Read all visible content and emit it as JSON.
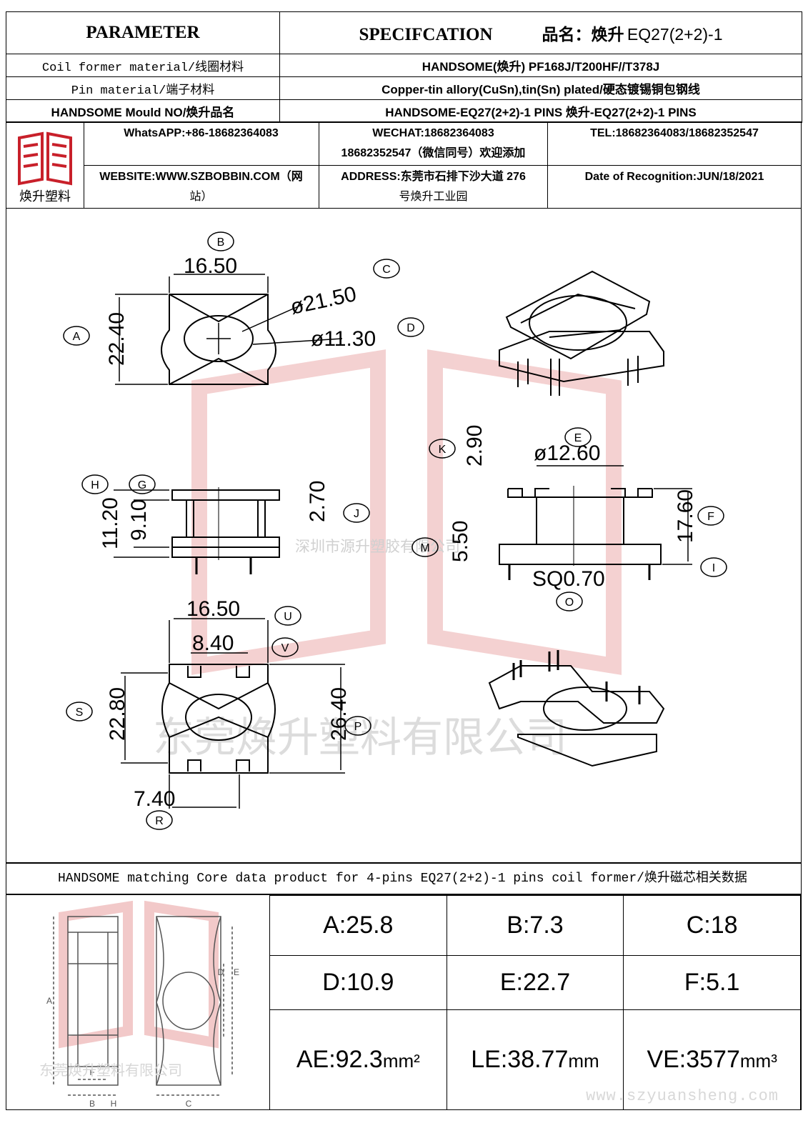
{
  "header": {
    "parameter": "PARAMETER",
    "specification": "SPECIFCATION",
    "product_label": "品名：焕升",
    "product_model": "EQ27(2+2)-1"
  },
  "rows": [
    {
      "label": "Coil former material/线圈材料",
      "value": "HANDSOME(焕升)   PF168J/T200HF//T378J"
    },
    {
      "label": "Pin material/端子材料",
      "value": "Copper-tin allory(CuSn),tin(Sn) plated/硬态镀锡铜包钢线"
    },
    {
      "label": "HANDSOME Mould NO/焕升品名",
      "value": "HANDSOME-EQ27(2+2)-1 PINS    焕升-EQ27(2+2)-1 PINS"
    }
  ],
  "company": {
    "logo_caption": "焕升塑料",
    "whatsapp": "WhatsAPP:+86-18682364083",
    "wechat_line1": "WECHAT:18682364083",
    "wechat_line2": "18682352547（微信同号）欢迎添加",
    "tel": "TEL:18682364083/18682352547",
    "website_line1": "WEBSITE:WWW.SZBOBBIN.COM（网",
    "website_line2": "站）",
    "address_line1": "ADDRESS:东莞市石排下沙大道 276",
    "address_line2": "号焕升工业园",
    "date": "Date of Recognition:JUN/18/2021"
  },
  "drawing": {
    "dims": {
      "B": "16.50",
      "A": "22.40",
      "C": "ø21.50",
      "D": "ø11.30",
      "H": "11.20",
      "G": "9.10",
      "J": "2.70",
      "K": "2.90",
      "E": "ø12.60",
      "F": "17.60",
      "M": "5.50",
      "O": "SQ0.70",
      "U": "16.50",
      "V": "8.40",
      "S": "22.80",
      "P": "26.40",
      "R": "7.40"
    },
    "letters": [
      "A",
      "B",
      "C",
      "D",
      "E",
      "F",
      "G",
      "H",
      "I",
      "J",
      "K",
      "M",
      "O",
      "P",
      "R",
      "S",
      "U",
      "V"
    ],
    "watermark_company_1": "深圳市源升塑胶有限公司",
    "watermark_company_2": "东莞焕升塑料有限公司"
  },
  "core": {
    "title": "HANDSOME matching Core data  product for 4-pins EQ27(2+2)-1 pins coil former/焕升磁芯相关数据",
    "cells": [
      {
        "label": "A:25.8"
      },
      {
        "label": "B:7.3"
      },
      {
        "label": "C:18"
      },
      {
        "label": "D:10.9"
      },
      {
        "label": "E:22.7"
      },
      {
        "label": "F:5.1"
      },
      {
        "label": "AE:92.3",
        "unit": "mm²"
      },
      {
        "label": "LE:38.77",
        "unit": "mm"
      },
      {
        "label": "VE:3577",
        "unit": "mm³"
      }
    ],
    "diagram_letters": [
      "A",
      "B",
      "C",
      "D",
      "E",
      "F",
      "H"
    ],
    "watermark": "东莞焕升塑料有限公司"
  },
  "footer_url": "www.szyuansheng.com",
  "colors": {
    "logo_red": "#c8202a",
    "watermark_red": "#f2c9c9",
    "watermark_gray": "#d0d0d0"
  }
}
